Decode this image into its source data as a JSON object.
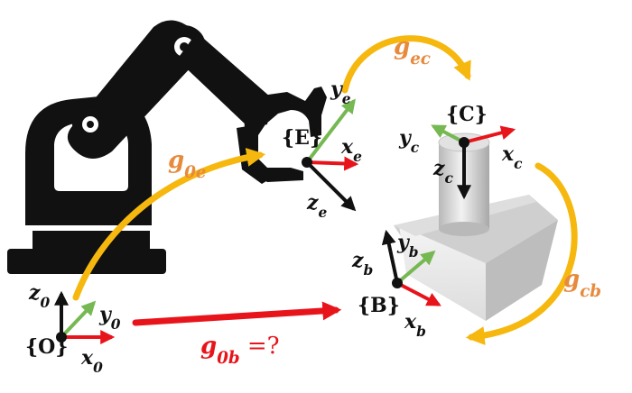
{
  "colors": {
    "x_axis": "#e8141b",
    "y_axis": "#76b852",
    "z_axis": "#111111",
    "arrow_yellow": "#f6b80f",
    "arrow_red": "#e8141b",
    "label_orange": "#e88a3c",
    "label_red": "#e8141b",
    "robot": "#111111",
    "box_face": "#e6e6e6",
    "cylinder": "#d0d0d0"
  },
  "frames": {
    "origin": {
      "name": "{O}",
      "x_label": "x0",
      "y_label": "y0",
      "z_label": "z0"
    },
    "effector": {
      "name": "{E}",
      "x_label": "xe",
      "y_label": "ye",
      "z_label": "ze"
    },
    "cup": {
      "name": "{C}",
      "x_label": "xc",
      "y_label": "yc",
      "z_label": "zc"
    },
    "box": {
      "name": "{B}",
      "x_label": "xb",
      "y_label": "yb",
      "z_label": "zb"
    }
  },
  "transforms": {
    "g0e": {
      "base": "g",
      "sub": "0e",
      "suffix": ""
    },
    "gec": {
      "base": "g",
      "sub": "ec",
      "suffix": ""
    },
    "gcb": {
      "base": "g",
      "sub": "cb",
      "suffix": ""
    },
    "g0b": {
      "base": "g",
      "sub": "0b",
      "suffix": " =?"
    }
  }
}
